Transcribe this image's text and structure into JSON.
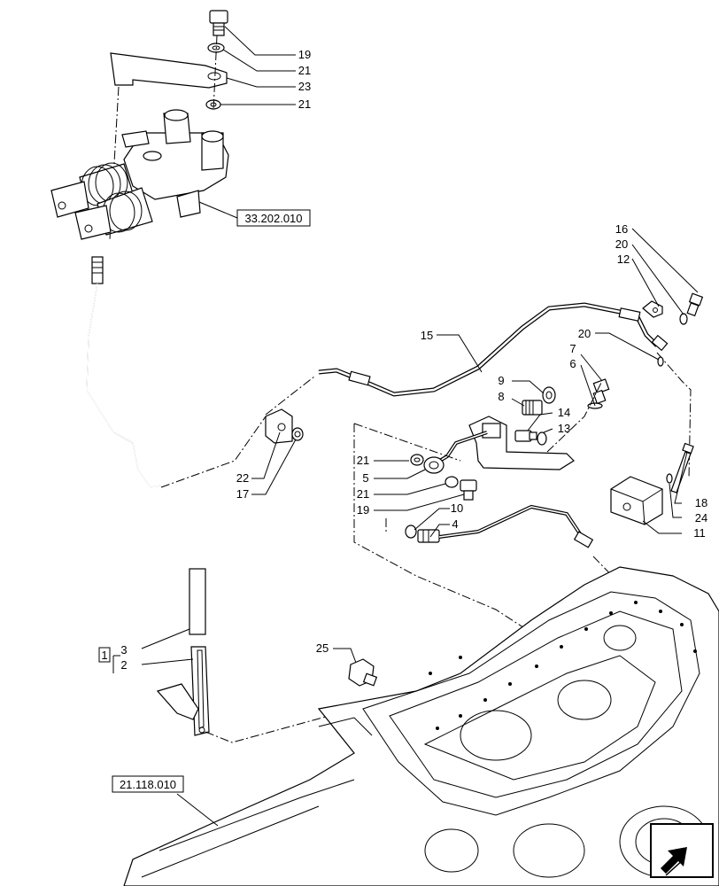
{
  "callouts": {
    "c19a": "19",
    "c21a": "21",
    "c23": "23",
    "c21b": "21",
    "c16": "16",
    "c20a": "20",
    "c12": "12",
    "c15": "15",
    "c20b": "20",
    "c7": "7",
    "c6": "6",
    "c9": "9",
    "c8": "8",
    "c14": "14",
    "c13": "13",
    "c21c": "21",
    "c5": "5",
    "c21d": "21",
    "c19b": "19",
    "c10": "10",
    "c4": "4",
    "c22": "22",
    "c17": "17",
    "c18": "18",
    "c24": "24",
    "c11": "11",
    "c25": "25",
    "c3": "3",
    "c2": "2",
    "kit": "1"
  },
  "references": {
    "ref_33": "33.202.010",
    "ref_21": "21.118.010"
  },
  "nav": {
    "icon": "arrow-icon"
  }
}
